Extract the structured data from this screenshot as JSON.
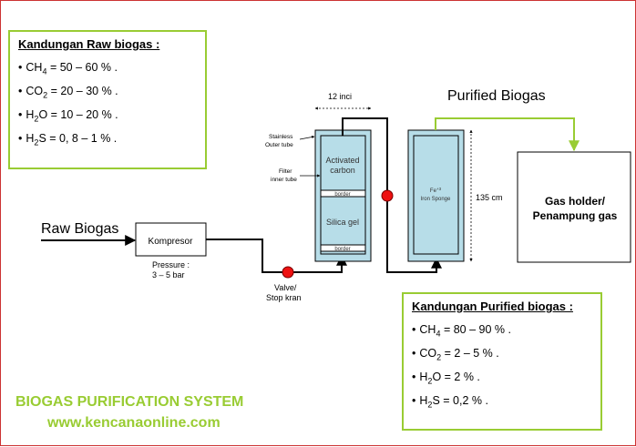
{
  "raw_box": {
    "title": "Kandungan Raw biogas :",
    "items": [
      {
        "bullet": "•",
        "element": "CH",
        "sub": "4",
        "value": " = 50 – 60 % ."
      },
      {
        "bullet": "•",
        "element": "CO",
        "sub": "2",
        "value": " = 20 – 30 % ."
      },
      {
        "bullet": "•",
        "element": "H",
        "sub": "2",
        "rest": "O",
        "value": " = 10 – 20 % ."
      },
      {
        "bullet": "•",
        "element": "H",
        "sub": "2",
        "rest": "S",
        "value": " = 0, 8 – 1 % ."
      }
    ]
  },
  "purified_box": {
    "title": "Kandungan Purified biogas :",
    "items": [
      {
        "bullet": "•",
        "element": "CH",
        "sub": "4",
        "value": " = 80 – 90 % ."
      },
      {
        "bullet": "•",
        "element": "CO",
        "sub": "2",
        "value": " = 2 – 5 % ."
      },
      {
        "bullet": "•",
        "element": "H",
        "sub": "2",
        "rest": "O",
        "value": " = 2 % ."
      },
      {
        "bullet": "•",
        "element": "H",
        "sub": "2",
        "rest": "S",
        "value": " = 0,2 % ."
      }
    ]
  },
  "labels": {
    "raw_biogas": "Raw Biogas",
    "purified_biogas": "Purified Biogas",
    "kompresor": "Kompresor",
    "pressure_1": "Pressure :",
    "pressure_2": "3 – 5 bar",
    "valve_1": "Valve/",
    "valve_2": "Stop kran",
    "width_dim": "12 inci",
    "height_dim": "135 cm",
    "stainless_1": "Stainless",
    "stainless_2": "Outer tube",
    "filter_1": "Filter",
    "filter_2": "inner tube",
    "activated_1": "Activated",
    "activated_2": "carbon",
    "border_top": "border",
    "silica": "Silica gel",
    "border_bottom": "border",
    "iron_1": "Fe",
    "iron_sup": "+3",
    "iron_2": "Iron Sponge",
    "gas_holder_1": "Gas holder/",
    "gas_holder_2": "Penampung gas"
  },
  "footer": {
    "title": "BIOGAS PURIFICATION SYSTEM",
    "url": "www.kencanaonline.com"
  },
  "colors": {
    "accent_green": "#99cc33",
    "tube_fill": "#b7dde8",
    "valve_red": "#ee1111",
    "frame_red": "#cc3333"
  }
}
